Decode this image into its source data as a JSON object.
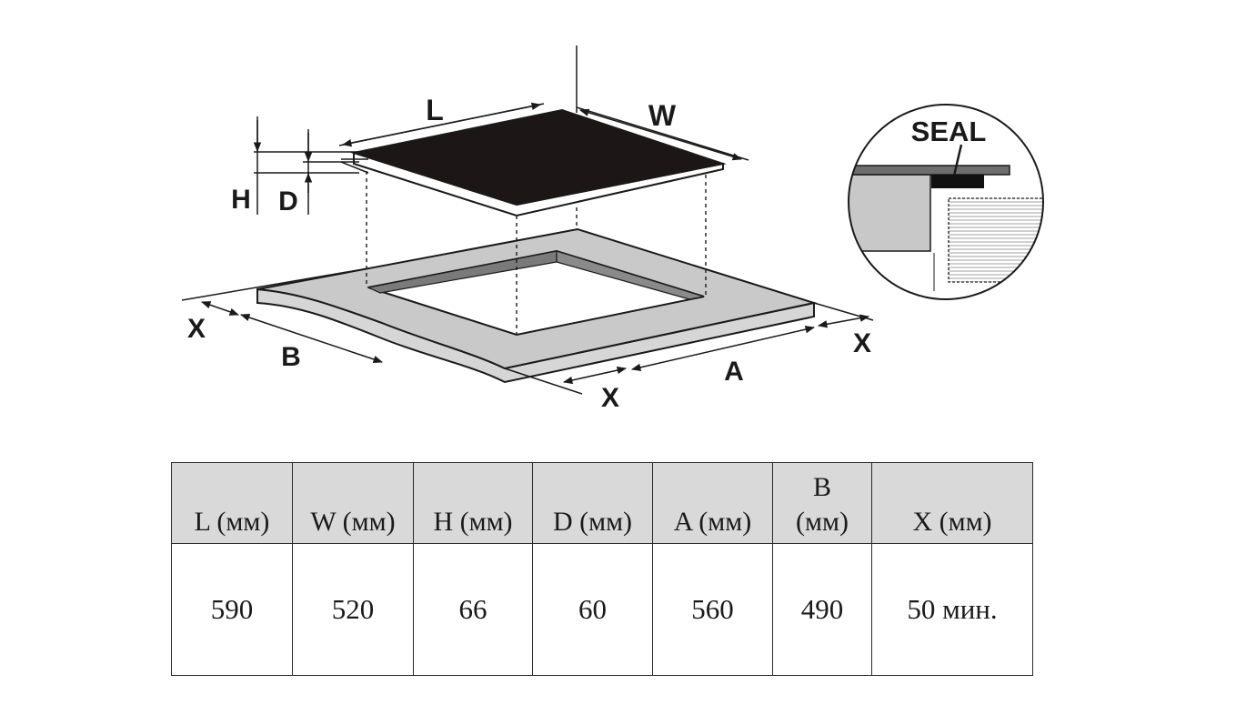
{
  "diagram": {
    "labels": {
      "L": "L",
      "W": "W",
      "H": "H",
      "D": "D",
      "X_left": "X",
      "B": "B",
      "X_bottom": "X",
      "A": "A",
      "X_right": "X",
      "seal": "SEAL"
    }
  },
  "table": {
    "headers": [
      {
        "top": "",
        "bottom": "L  (мм)"
      },
      {
        "top": "",
        "bottom": "W  (мм)"
      },
      {
        "top": "",
        "bottom": "H (мм)"
      },
      {
        "top": "",
        "bottom": "D (мм)"
      },
      {
        "top": "",
        "bottom": "A  (мм)"
      },
      {
        "top": "B",
        "bottom": "(мм)"
      },
      {
        "top": "",
        "bottom": "X  (мм)"
      }
    ],
    "values": [
      "590",
      "520",
      "66",
      "60",
      "560",
      "490",
      "50 мин."
    ]
  }
}
